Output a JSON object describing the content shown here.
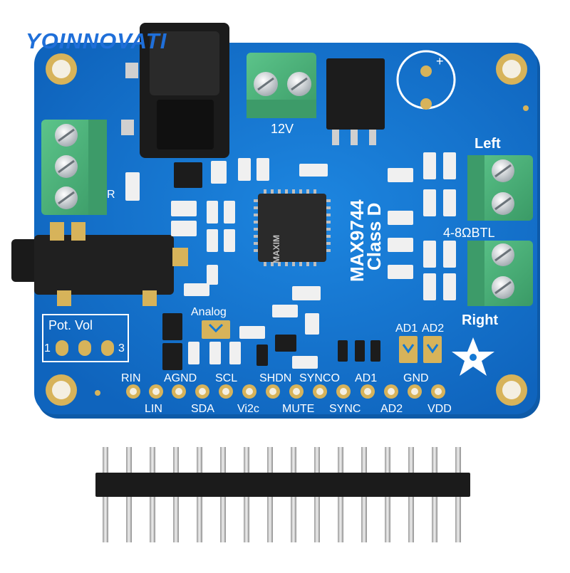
{
  "brand": "YOINNOVATI",
  "board": {
    "chip_name": "MAX9744",
    "chip_subtitle": "Class D",
    "power_label": "12V",
    "left_label": "Left",
    "right_label": "Right",
    "impedance_label": "4-8ΩBTL",
    "analog_label": "Analog",
    "pot_label": "Pot. Vol",
    "pot_pin_first": "1",
    "pot_pin_last": "3",
    "r_label": "R",
    "ad1_jumper": "AD1",
    "ad2_jumper": "AD2",
    "chip_marking": "MAXIM"
  },
  "pins_top": [
    "RIN",
    "AGND",
    "SCL",
    "SHDN",
    "SYNCO",
    "AD1",
    "GND"
  ],
  "pins_bottom": [
    "LIN",
    "SDA",
    "Vi2c",
    "MUTE",
    "SYNC",
    "AD2",
    "VDD"
  ],
  "colors": {
    "pcb": "#1479d4",
    "pcb_edge": "#0d62b5",
    "terminal": "#4cb07a",
    "gold": "#d7b35a",
    "brand": "#1f6fd9"
  }
}
